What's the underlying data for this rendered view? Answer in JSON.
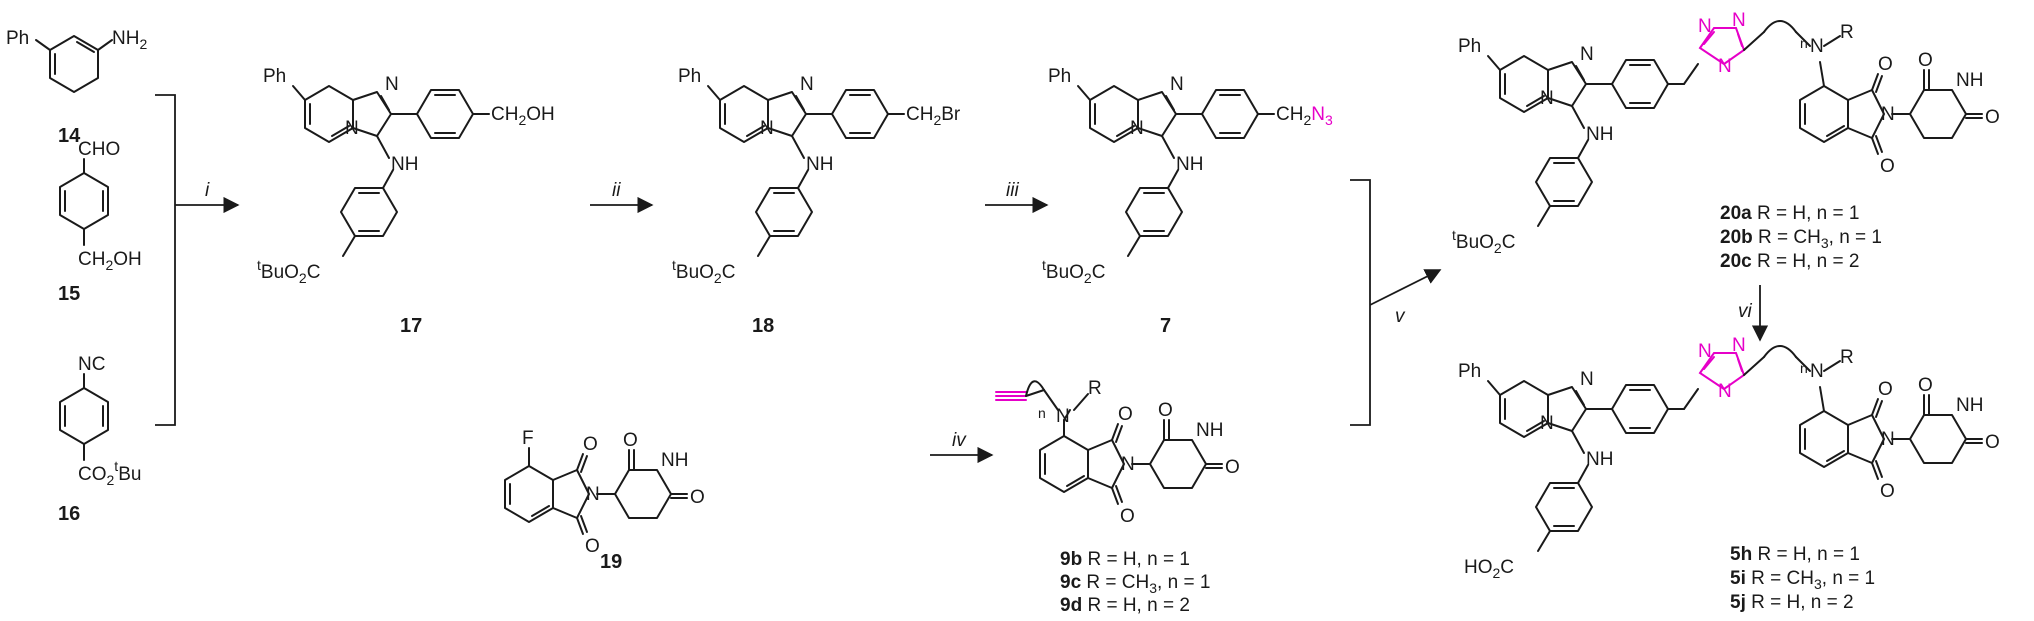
{
  "colors": {
    "ink": "#1a1a1a",
    "highlight": "#e600c8",
    "background": "#ffffff"
  },
  "atoms": {
    "ph": "Ph",
    "nh2": "NH",
    "nh2_sub": "2",
    "n": "N",
    "nh": "NH",
    "cho": "CHO",
    "ch2oh": "CH",
    "ch2oh_sub": "2",
    "ch2oh_end": "OH",
    "nc": "NC",
    "co2tbu": "CO",
    "co2tbu_sub": "2",
    "tbu_sup": "t",
    "tbu": "Bu",
    "tbuo2c_sup": "t",
    "tbuo2c": "BuO",
    "tbuo2c_sub": "2",
    "tbuo2c_end": "C",
    "ch2br": "CH",
    "ch2br_sub": "2",
    "ch2br_end": "Br",
    "ch2n3": "CH",
    "ch2n3_sub": "2",
    "n3": "N",
    "n3_sub": "3",
    "o": "O",
    "f": "F",
    "nh_imide": "NH",
    "r": "R",
    "nn": "n",
    "ho2c": "HO",
    "ho2c_sub": "2",
    "ho2c_end": "C"
  },
  "compounds": {
    "c14": "14",
    "c15": "15",
    "c16": "16",
    "c17": "17",
    "c18": "18",
    "c7": "7",
    "c19": "19",
    "c9b": "9b",
    "c9b_rest": " R = H, n = 1",
    "c9c": "9c",
    "c9c_rest": " R = CH",
    "c9c_sub": "3",
    "c9c_end": ", n = 1",
    "c9d": "9d",
    "c9d_rest": " R = H, n = 2",
    "c20a": "20a",
    "c20a_rest": " R = H, n = 1",
    "c20b": "20b",
    "c20b_rest": " R = CH",
    "c20b_sub": "3",
    "c20b_end": ", n = 1",
    "c20c": "20c",
    "c20c_rest": " R = H, n = 2",
    "c5h": "5h",
    "c5h_rest": " R = H, n = 1",
    "c5i": "5i",
    "c5i_rest": " R = CH",
    "c5i_sub": "3",
    "c5i_end": ", n = 1",
    "c5j": "5j",
    "c5j_rest": " R = H, n = 2"
  },
  "reagents": {
    "i": "i",
    "ii": "ii",
    "iii": "iii",
    "iv": "iv",
    "v": "v",
    "vi": "vi"
  }
}
